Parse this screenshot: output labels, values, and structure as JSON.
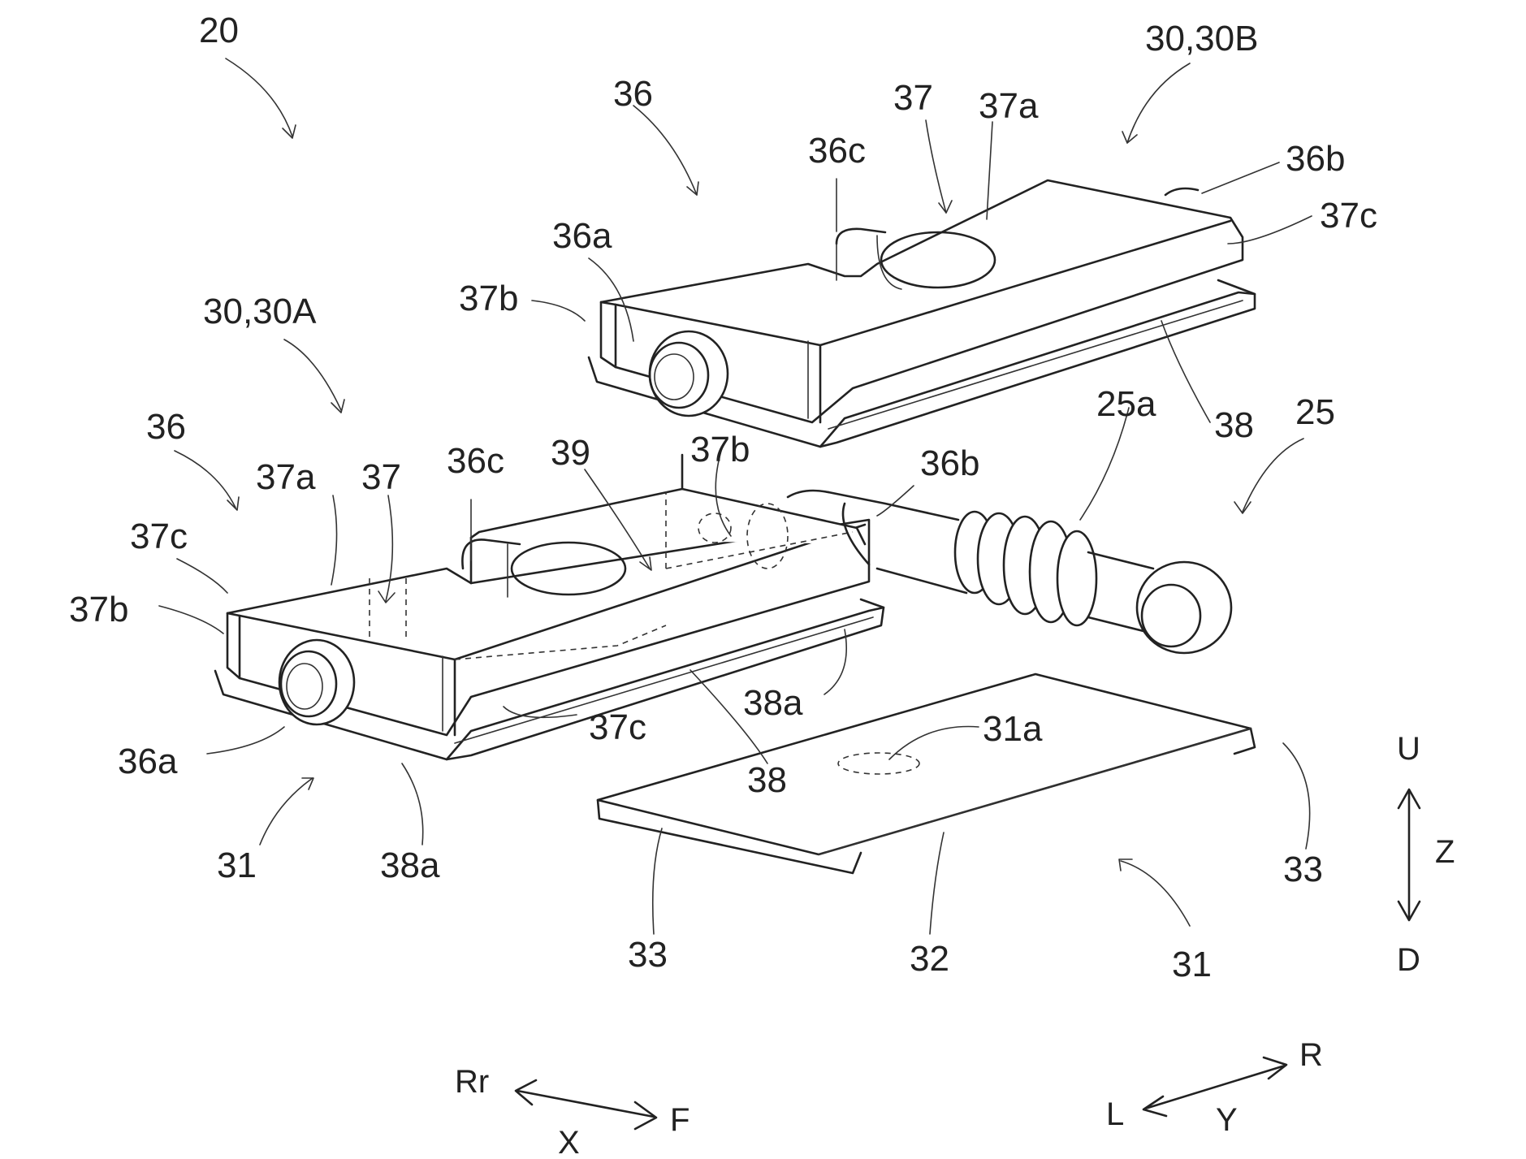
{
  "figure": {
    "refs": {
      "r20": "20",
      "r30_30B": "30,30B",
      "r30_30A": "30,30A",
      "r36_top": "36",
      "r37_top": "37",
      "r37a_top": "37a",
      "r36c_top": "36c",
      "r36b_top": "36b",
      "r37c_top": "37c",
      "r36a_top": "36a",
      "r37b_top": "37b",
      "r38_top": "38",
      "r25a": "25a",
      "r25": "25",
      "r36_left": "36",
      "r37a_left": "37a",
      "r37_left": "37",
      "r36c_left": "36c",
      "r39": "39",
      "r37b_mid": "37b",
      "r36b_mid": "36b",
      "r37c_left": "37c",
      "r37b_left": "37b",
      "r36a_left": "36a",
      "r38a_right": "38a",
      "r37c_mid": "37c",
      "r38_mid": "38",
      "r31a": "31a",
      "r31_left": "31",
      "r38a_bottom": "38a",
      "r33_left": "33",
      "r32": "32",
      "r31_right": "31",
      "r33_right": "33"
    },
    "axes": {
      "u": "U",
      "d": "D",
      "z": "Z",
      "rr": "Rr",
      "f": "F",
      "x": "X",
      "l": "L",
      "r": "R",
      "y": "Y"
    }
  }
}
